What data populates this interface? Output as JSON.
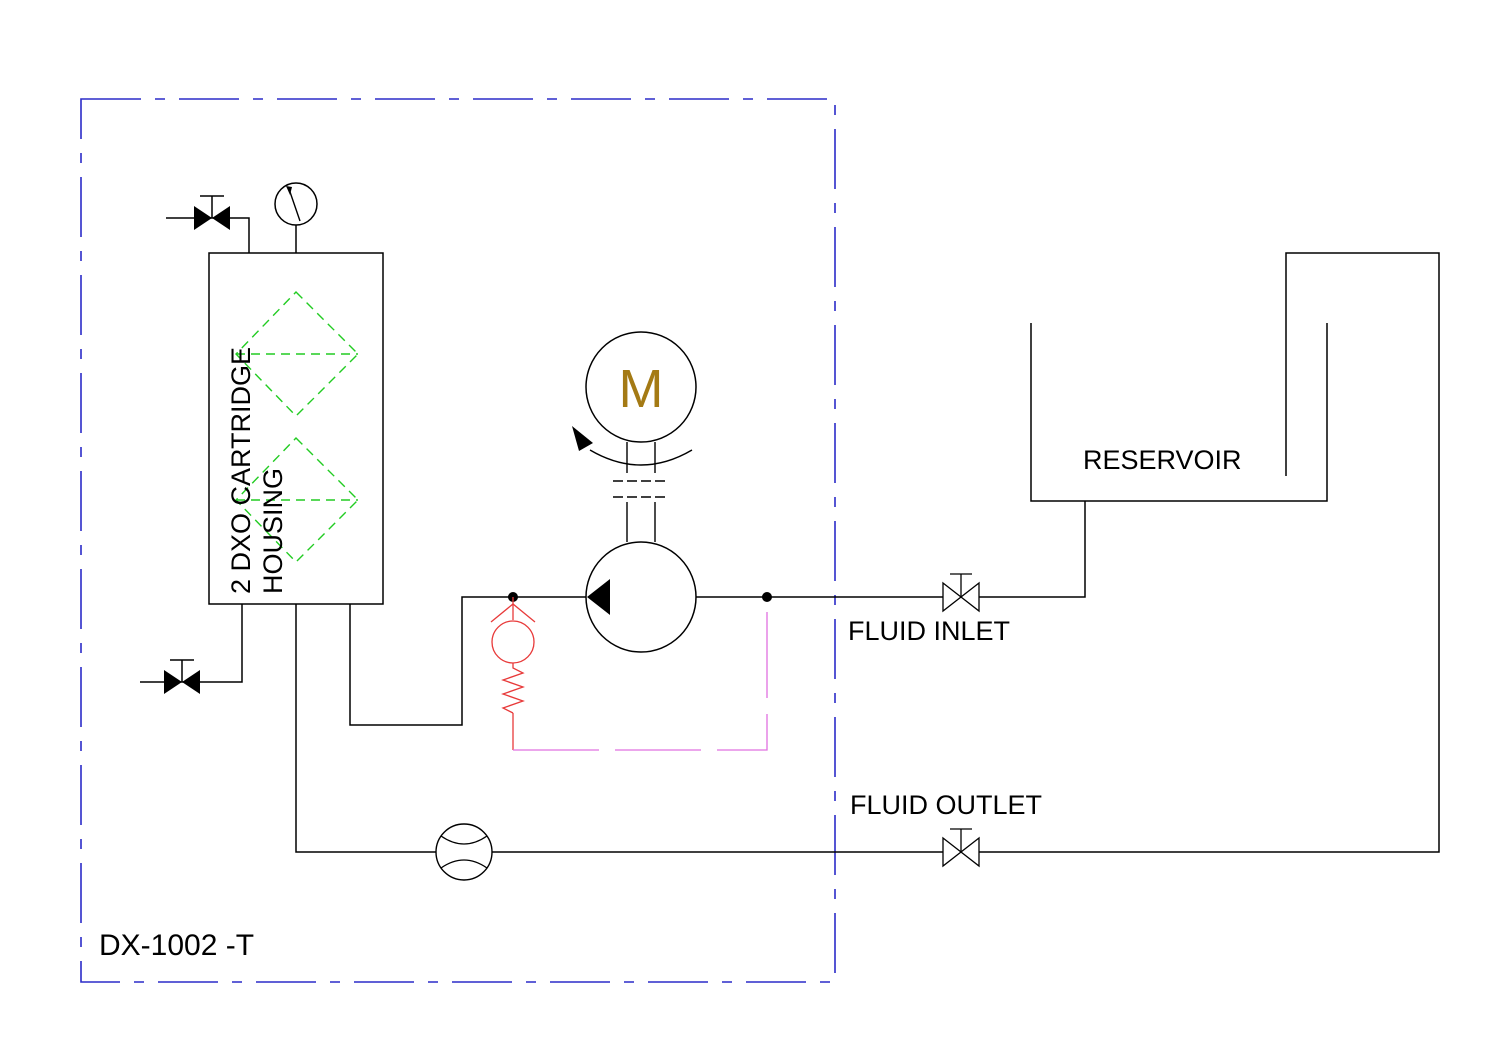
{
  "diagram": {
    "title": "DX-1002 -T",
    "housing_label_line1": "2 DXO CARTRIDGE",
    "housing_label_line2": "HOUSING",
    "motor_label": "M",
    "reservoir_label": "RESERVOIR",
    "fluid_inlet_label": "FLUID INLET",
    "fluid_outlet_label": "FLUID OUTLET"
  },
  "colors": {
    "boundary": "#2b2bc8",
    "pipe": "#000000",
    "filter": "#22cc22",
    "relief_valve": "#e83a3a",
    "pilot_line": "#e070e0",
    "motor_text": "#a47a14"
  }
}
